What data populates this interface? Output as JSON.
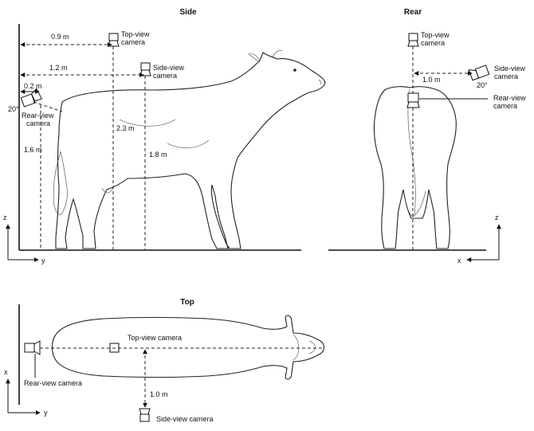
{
  "views": {
    "side": {
      "title": "Side",
      "top_cam_label": [
        "Top-view",
        "camera"
      ],
      "side_cam_label": [
        "Side-view",
        "camera"
      ],
      "rear_cam_label": [
        "Rear-view",
        "camera"
      ],
      "dist_top": "0.9 m",
      "dist_side": "1.2 m",
      "dist_rear": "0.2 m",
      "angle": "20°",
      "h_top": "2.3 m",
      "h_side": "1.8 m",
      "h_rear": "1.6 m",
      "axis_z": "z",
      "axis_y": "y"
    },
    "rear": {
      "title": "Rear",
      "top_cam_label": [
        "Top-view",
        "camera"
      ],
      "side_cam_label": [
        "Side-view",
        "camera"
      ],
      "rear_cam_label": [
        "Rear-view",
        "camera"
      ],
      "dist_side": "1.0 m",
      "angle": "20°",
      "axis_z": "z",
      "axis_x": "x"
    },
    "top": {
      "title": "Top",
      "top_cam_label": "Top-view camera",
      "rear_cam_label": "Rear-view camera",
      "side_cam_label": "Side-view camera",
      "dist_side": "1.0 m",
      "axis_x": "x",
      "axis_y": "y"
    }
  }
}
